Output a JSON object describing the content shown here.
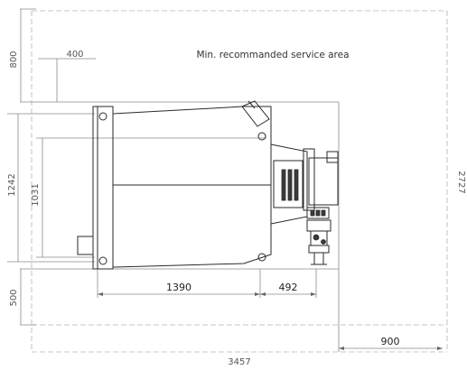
{
  "diagram": {
    "title": "Min. recommanded service area",
    "dims": {
      "top_clearance": "800",
      "left_offset": "400",
      "overall_height": "1242",
      "inner_height": "1031",
      "bottom_clearance": "500",
      "body_length": "1390",
      "head_length": "492",
      "right_clearance": "900",
      "overall_length": "3457",
      "overall_width": "2727"
    }
  }
}
